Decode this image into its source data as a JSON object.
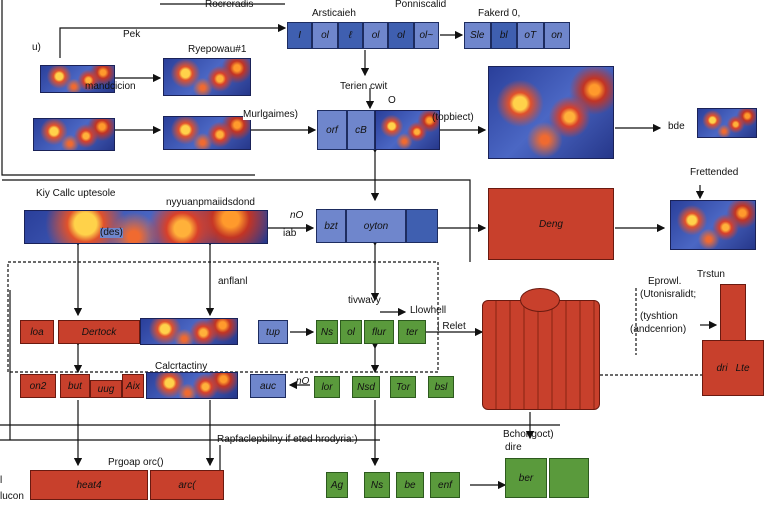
{
  "top": {
    "label_roceradis": "Rocreradis",
    "label_arsticaieh": "Arsticaieh",
    "label_ponniscalid": "Ponniscalid",
    "label_fakerd": "Fakerd 0,",
    "label_pek": "Pek",
    "label_u": "u)",
    "label_rypowaut": "Ryepowau#1",
    "label_mandcicion": "mandcicion",
    "box_top": [
      "I",
      "ol",
      "ℓ",
      "ol",
      "ol",
      "ol~"
    ],
    "box_top_right": [
      "Sle",
      "bl",
      "oT",
      "on"
    ]
  },
  "row2": {
    "label_terien": "Terien cwit",
    "label_o": "O",
    "label_murlgaimes": "Murlgaimes)",
    "label_topbiect": "(topbiect)",
    "box_orf": "orf",
    "box_cb": "cB",
    "label_bde": "bde",
    "label_frettended": "Frettended"
  },
  "row3": {
    "label_kiy": "Kiy Callc uptesole",
    "label_nyy": "nyyuanpmaiidsdond",
    "label_des": "(des)",
    "label_no": "nO",
    "label_iab": "iab",
    "box_bzt": "bzt",
    "box_oyton": "oyton",
    "label_deng": "Deng",
    "label_anflanl": "anflanl",
    "label_tivway": "tivwavy",
    "label_llowhell": "Llowhell",
    "label_eprowl": "Eprowl.",
    "label_trstun": "Trstun",
    "label_utonis": "(Utonisralidt;",
    "label_tyshton": "(tyshtion",
    "label_andcenrion": "(andcenrion)"
  },
  "row4": {
    "box_loa": "loa",
    "box_dertock": "Dertock",
    "box_tup": "tup",
    "box_ns": "Ns",
    "box_ol": "ol",
    "box_flur": "flur",
    "box_tor": "ter",
    "label_relet": "| Relet",
    "label_calc": "Calcrtactiny"
  },
  "row5": {
    "box_on2": "on2",
    "box_but": "but",
    "box_uug": "uug",
    "box_aix": "Aix",
    "box_auc": "auc",
    "label_no": "nO",
    "box_lor": "lor",
    "box_nsd": "Nsd",
    "box_tor": "Tor",
    "box_bsl": "bsl",
    "cyl_dri": "dri",
    "cyl_lte": "Lte"
  },
  "row6": {
    "label_rapfac": "Rapfaclepbilny if eted hrodyria:)",
    "label_progap": "Prgoap orc()",
    "label_bchongoct": "Bchongoct)",
    "label_dire": "dire",
    "box_heat": "heat4",
    "box_arc": "arc(",
    "box_ag": "Ag",
    "box_ns": "Ns",
    "box_be": "be",
    "box_enf": "enf",
    "box_ber": "ber",
    "label_lucon": "lucon",
    "label_l": "l"
  }
}
